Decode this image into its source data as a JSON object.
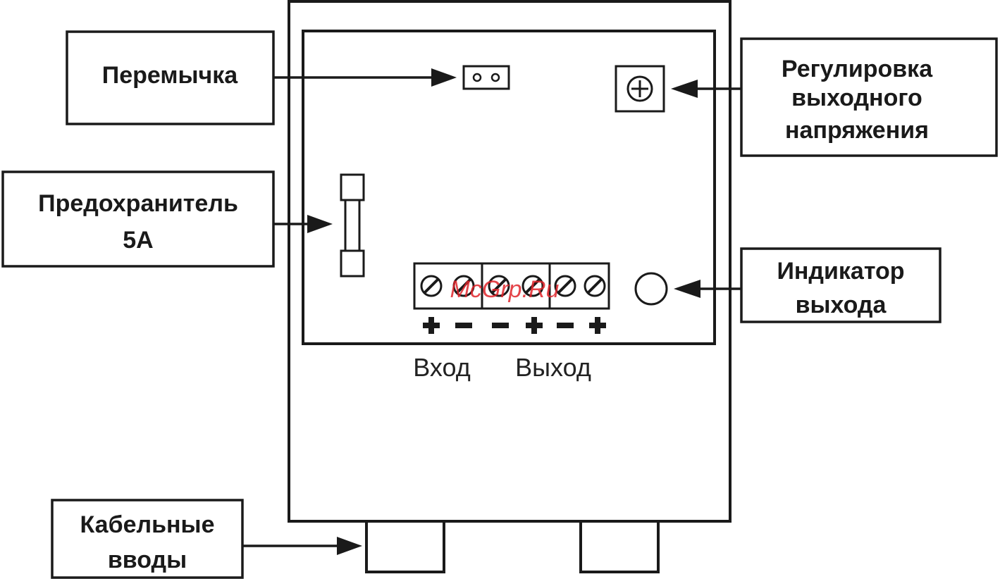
{
  "labels": {
    "jumper": "Перемычка",
    "fuse_line1": "Предохранитель",
    "fuse_line2": "5A",
    "cable_line1": "Кабельные",
    "cable_line2": "вводы",
    "adjust_line1": "Регулировка",
    "adjust_line2": "выходного",
    "adjust_line3": "напряжения",
    "indicator_line1": "Индикатор",
    "indicator_line2": "выхода",
    "input": "Вход",
    "output": "Выход"
  },
  "terminal_polarity": [
    "+",
    "−",
    "−",
    "+",
    "−",
    "+"
  ],
  "watermark": "McGrp.Ru",
  "colors": {
    "line": "#1a1a1a",
    "watermark": "#e0252b",
    "background": "#ffffff"
  }
}
